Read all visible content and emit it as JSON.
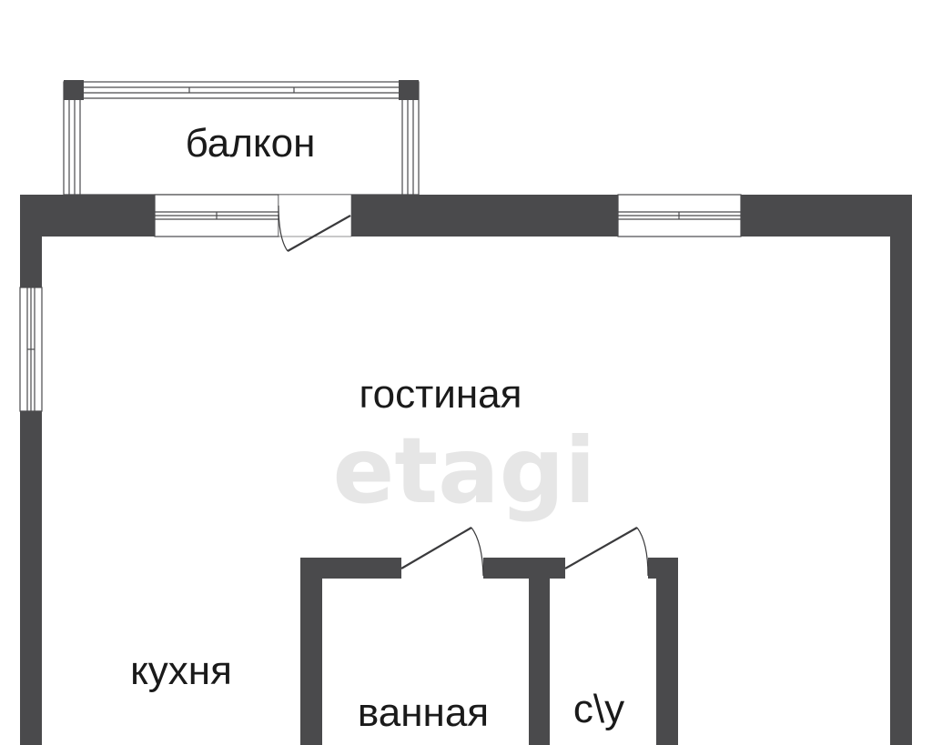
{
  "rooms": {
    "balcony": "балкон",
    "living_room": "гостиная",
    "kitchen": "кухня",
    "bathroom": "ванная",
    "toilet": "с\\у"
  },
  "watermark": "etagi",
  "colors": {
    "wall": "#4a4a4c",
    "background": "#ffffff",
    "watermark": "#e6e6e6",
    "text": "#1a1a1a"
  }
}
